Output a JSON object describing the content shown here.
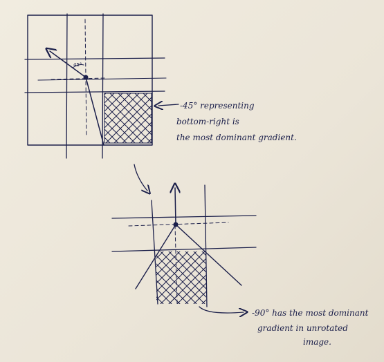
{
  "diagram": {
    "top_angle_label": "45°",
    "top_note": {
      "lines": [
        "-45° representing",
        "bottom-right is",
        "the most dominant gradient."
      ]
    },
    "bottom_note": {
      "lines": [
        "-90° has the most dominant",
        "gradient in unrotated",
        "image."
      ]
    },
    "ink_color": "#1b1f4a"
  }
}
